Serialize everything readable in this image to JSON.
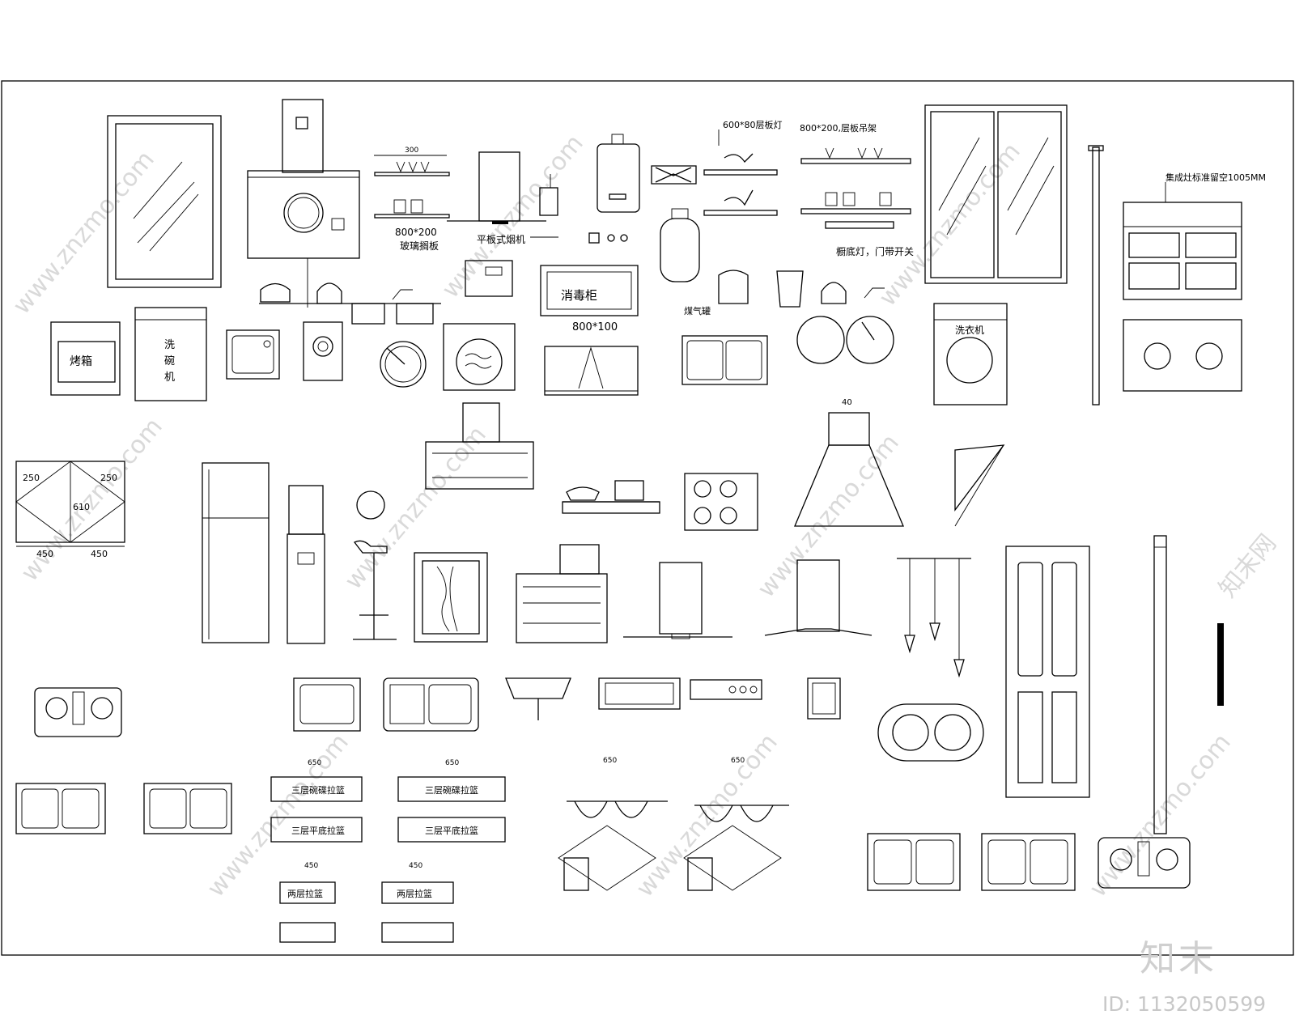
{
  "labels": {
    "w300": "300",
    "shelf1": "800*200",
    "shelf1_name": "玻璃搁板",
    "flat_hood": "平板式烟机",
    "lamp_top": "600*80层板灯",
    "shelf_top": "800*200,层板吊架",
    "cabinet_note": "集成灶标准留空1005MM",
    "oven": "烤箱",
    "dishwasher": [
      "洗",
      "碗",
      "机"
    ],
    "sterilizer": "消毒柜",
    "sterilizer_dim": "800*100",
    "gas_tank": "煤气罐",
    "under_light": "橱底灯，门带开关",
    "washer": "洗衣机",
    "d250a": "250",
    "d250b": "250",
    "d610": "610",
    "d450a": "450",
    "d450b": "450",
    "d40": "40",
    "drawer1": "三层碗碟拉篮",
    "drawer2": "三层平底拉篮",
    "drawer3": "三层碗碟拉篮",
    "drawer4": "三层平底拉篮",
    "drawer5": "两层拉篮",
    "drawer6": "两层拉篮",
    "sm_a": "650",
    "sm_b": "650",
    "sm_c": "450",
    "sm_d": "450",
    "sm_e": "650",
    "sm_f": "650"
  },
  "watermarks": {
    "site": "www.znzmo.com",
    "cn": "知末网"
  },
  "brand": {
    "logo": "知末",
    "id": "ID: 1132050599"
  },
  "colors": {
    "line": "#000000",
    "watermark": "#d9d9d9",
    "background": "#ffffff"
  }
}
